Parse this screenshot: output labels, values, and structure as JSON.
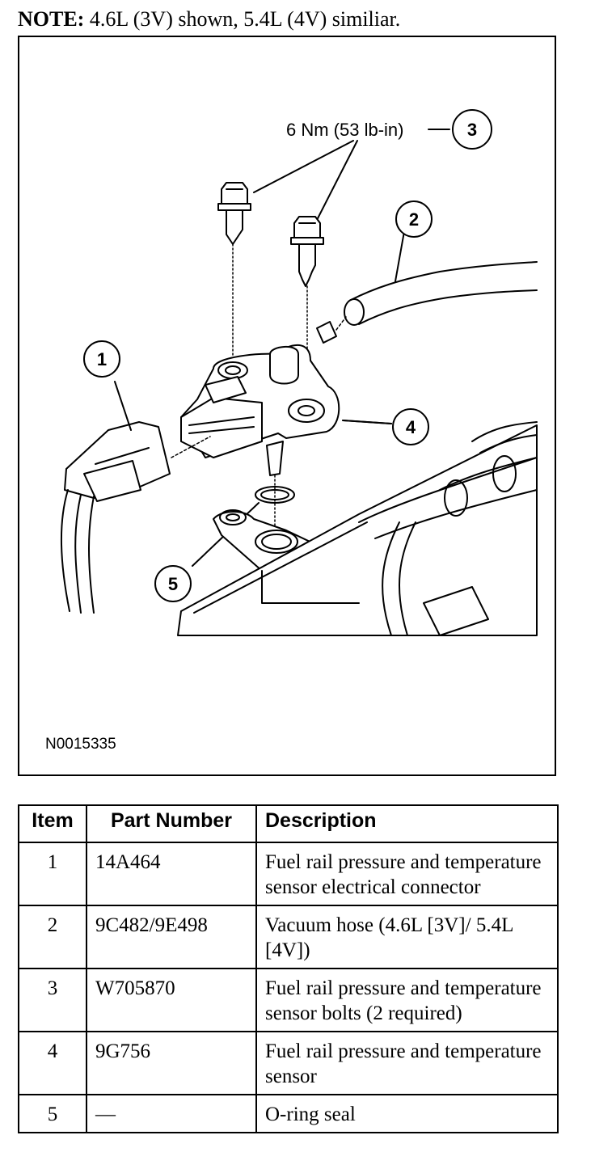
{
  "note": {
    "label": "NOTE:",
    "text": " 4.6L (3V) shown, 5.4L (4V) similiar."
  },
  "figure": {
    "torque_label": "6 Nm (53 lb-in)",
    "figure_id": "N0015335",
    "callouts": [
      "1",
      "2",
      "3",
      "4",
      "5"
    ]
  },
  "table": {
    "headers": {
      "item": "Item",
      "part_number": "Part Number",
      "description": "Description"
    },
    "rows": [
      {
        "item": "1",
        "part_number": "14A464",
        "description": "Fuel rail pressure and temperature sensor electrical connector"
      },
      {
        "item": "2",
        "part_number": "9C482/9E498",
        "description": "Vacuum hose (4.6L [3V]/ 5.4L [4V])"
      },
      {
        "item": "3",
        "part_number": "W705870",
        "description": "Fuel rail pressure and temperature sensor bolts (2 required)"
      },
      {
        "item": "4",
        "part_number": "9G756",
        "description": "Fuel rail pressure and temperature sensor"
      },
      {
        "item": "5",
        "part_number": "—",
        "description": "O-ring seal"
      }
    ]
  }
}
